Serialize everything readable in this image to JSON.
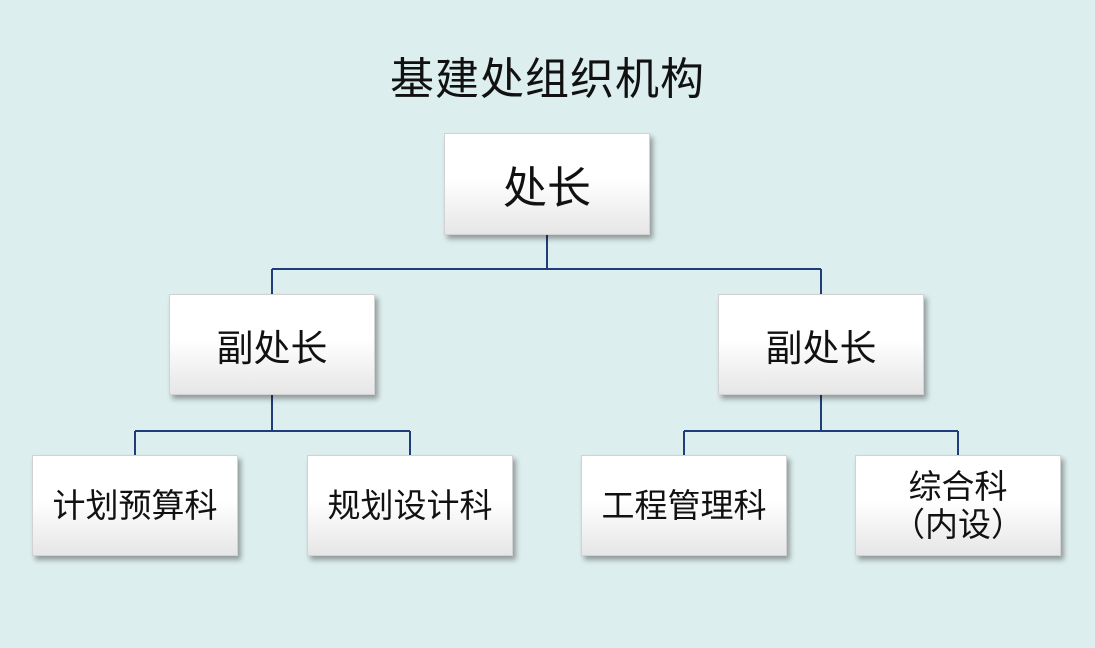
{
  "title": "基建处组织机构",
  "nodes": {
    "director": "处长",
    "deputy_left": "副处长",
    "deputy_right": "副处长",
    "planning_budget": "计划预算科",
    "planning_design": "规划设计科",
    "engineering_mgmt": "工程管理科",
    "general_line1": "综合科",
    "general_line2": "（内设）"
  },
  "colors": {
    "background": "#ddeeee",
    "connector": "#1f3d7a"
  }
}
